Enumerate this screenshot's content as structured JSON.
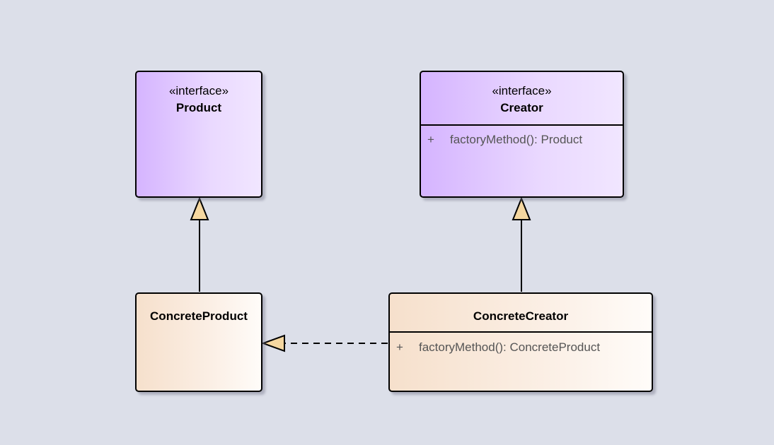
{
  "diagram": {
    "product": {
      "stereotype": "«interface»",
      "name": "Product"
    },
    "creator": {
      "stereotype": "«interface»",
      "name": "Creator",
      "operation_visibility": "+",
      "operation": "factoryMethod(): Product"
    },
    "concrete_product": {
      "name": "ConcreteProduct"
    },
    "concrete_creator": {
      "name": "ConcreteCreator",
      "operation_visibility": "+",
      "operation": "factoryMethod(): ConcreteProduct"
    },
    "colors": {
      "background": "#dcdfe9",
      "interface_fill_start": "#d5b4ff",
      "interface_fill_end": "#f1e6ff",
      "concrete_fill_start": "#f6e0cc",
      "concrete_fill_end": "#fffcf9",
      "arrowhead_fill": "#f5d7a0",
      "line": "#000000"
    },
    "relationships": [
      {
        "type": "generalization",
        "from": "ConcreteProduct",
        "to": "Product"
      },
      {
        "type": "generalization",
        "from": "ConcreteCreator",
        "to": "Creator"
      },
      {
        "type": "realization",
        "from": "ConcreteCreator",
        "to": "ConcreteProduct"
      }
    ]
  }
}
